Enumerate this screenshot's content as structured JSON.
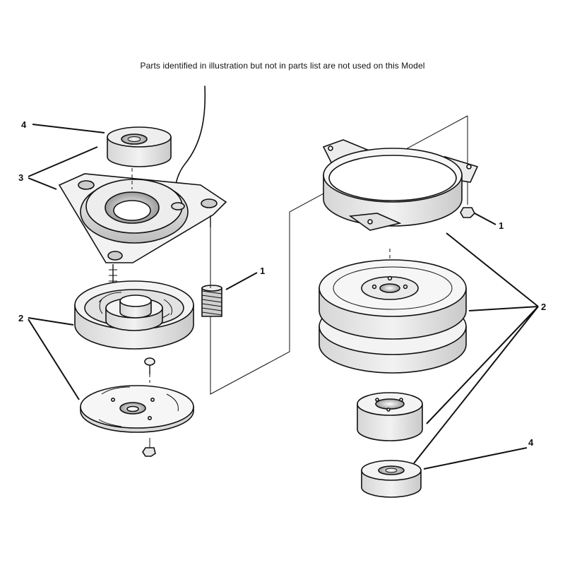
{
  "note": "Parts identified in illustration but not in parts list are not used on this Model",
  "callouts": {
    "left_bearing": "4",
    "left_housing": "3",
    "left_clutch": "2",
    "left_spring": "1",
    "right_nut": "1",
    "right_pulley": "2",
    "right_bearing": "4"
  }
}
